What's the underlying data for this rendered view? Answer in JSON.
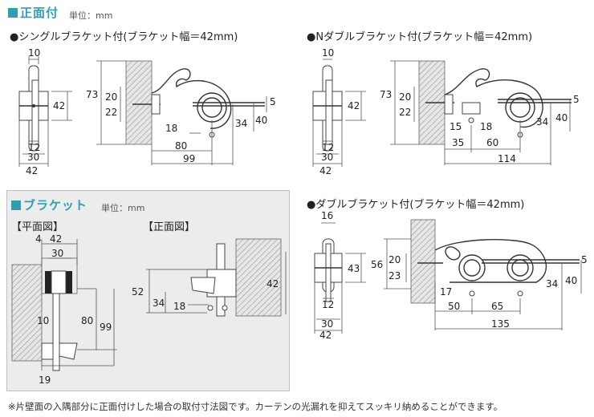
{
  "front": {
    "title": "正面付",
    "unit": "単位：mm",
    "single": {
      "title": "●シングルブラケット付(ブラケット幅＝42mm)",
      "side_dims": {
        "top": "10",
        "height": "42",
        "a": "12",
        "b": "30",
        "c": "42"
      },
      "dims": {
        "d73": "73",
        "d20": "20",
        "d22": "22",
        "d5": "5",
        "d18": "18",
        "d34": "34",
        "d40": "40",
        "d80": "80",
        "d99": "99"
      }
    },
    "double_n": {
      "title": "●Nダブルブラケット付(ブラケット幅＝42mm)",
      "side_dims": {
        "top": "10",
        "height": "42",
        "a": "12",
        "b": "30",
        "c": "42"
      },
      "dims": {
        "d73": "73",
        "d20": "20",
        "d22": "22",
        "d5": "5",
        "d15": "15",
        "d18": "18",
        "d34": "34",
        "d40": "40",
        "d35": "35",
        "d60": "60",
        "d114": "114"
      }
    },
    "double": {
      "title": "●ダブルブラケット付(ブラケット幅＝42mm)",
      "side_dims": {
        "top": "16",
        "height": "43",
        "a": "12",
        "b": "30",
        "c": "42"
      },
      "dims": {
        "d56": "56",
        "d20": "20",
        "d23": "23",
        "d5": "5",
        "d17": "17",
        "d34": "34",
        "d40": "40",
        "d50": "50",
        "d65": "65",
        "d135": "135"
      }
    }
  },
  "bracket": {
    "title": "ブラケット",
    "unit": "単位：mm",
    "plan": {
      "label": "【平面図】",
      "dims": {
        "d4": "4",
        "d42": "42",
        "d30": "30",
        "d10": "10",
        "d80": "80",
        "d99": "99",
        "d19": "19"
      }
    },
    "elev": {
      "label": "【正面図】",
      "dims": {
        "d52": "52",
        "d34": "34",
        "d18": "18",
        "d42": "42"
      }
    }
  },
  "footnote": "※片壁面の入隅部分に正面付けした場合の取付寸法図です。カーテンの光漏れを抑えてスッキリ納めることができます。",
  "colors": {
    "accent": "#2f9fb0",
    "box_bg": "#ececec"
  }
}
